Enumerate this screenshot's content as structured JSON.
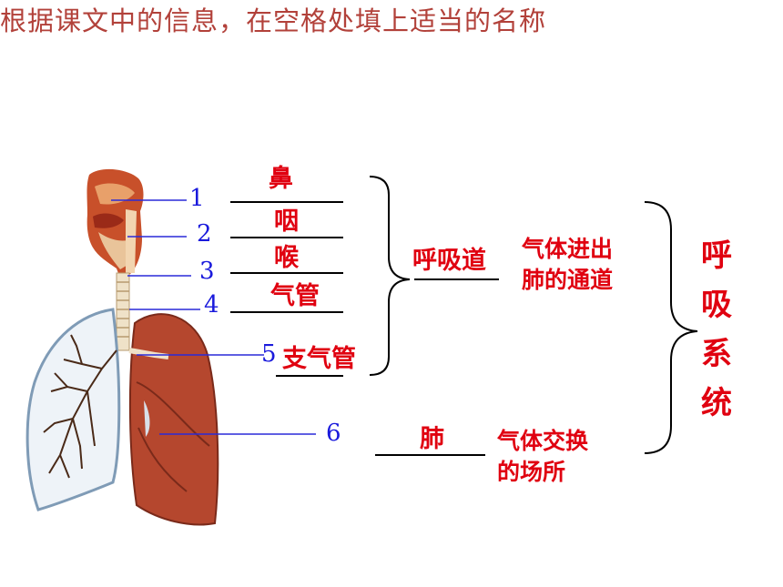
{
  "instruction": "根据课文中的信息，在空格处填上适当的名称",
  "labels": [
    "1",
    "2",
    "3",
    "4",
    "5",
    "6"
  ],
  "answers": {
    "nose": "鼻",
    "pharynx": "咽",
    "larynx": "喉",
    "trachea": "气管",
    "bronchi": "支气管",
    "lungs": "肺",
    "airway": "呼吸道"
  },
  "descriptions": {
    "airway_line1": "气体进出",
    "airway_line2": "肺的通道",
    "lungs_line1": "气体交换",
    "lungs_line2": "的场所"
  },
  "system": "呼吸系统",
  "colors": {
    "title": "#b2413a",
    "answer": "#e00010",
    "number": "#1a1adc",
    "line": "#000000"
  }
}
